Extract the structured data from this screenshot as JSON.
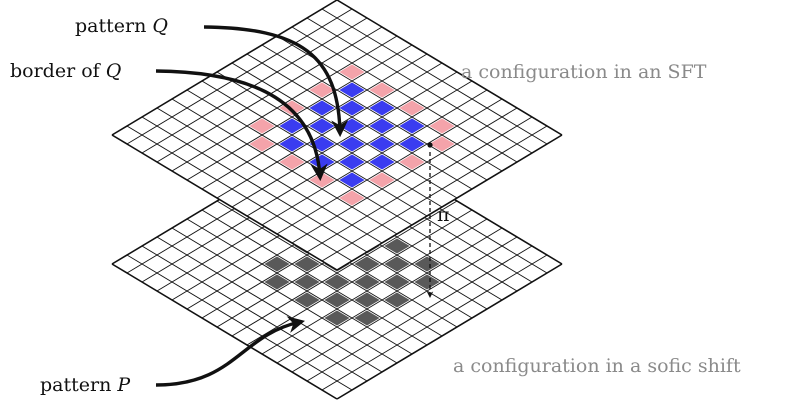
{
  "labels": {
    "pattern_q_prefix": "pattern ",
    "pattern_q_symbol": "Q",
    "border_q_prefix": "border of ",
    "border_q_symbol": "Q",
    "sft_caption": "a configuration in an SFT",
    "pi_symbol": "π",
    "sofic_caption": "a configuration in a sofic shift",
    "pattern_p_prefix": "pattern ",
    "pattern_p_symbol": "P"
  },
  "colors": {
    "grid_line": "#111111",
    "pattern_q_fill": "#3a3cf0",
    "border_q_fill": "#f4a3aa",
    "pattern_p_fill": "#595959",
    "ghost_fill": "#ececec",
    "caption_gray": "#8a8a8a"
  },
  "grid": {
    "upper_layer_cells": "15 x 15",
    "lower_layer_cells": "15 x 15"
  }
}
